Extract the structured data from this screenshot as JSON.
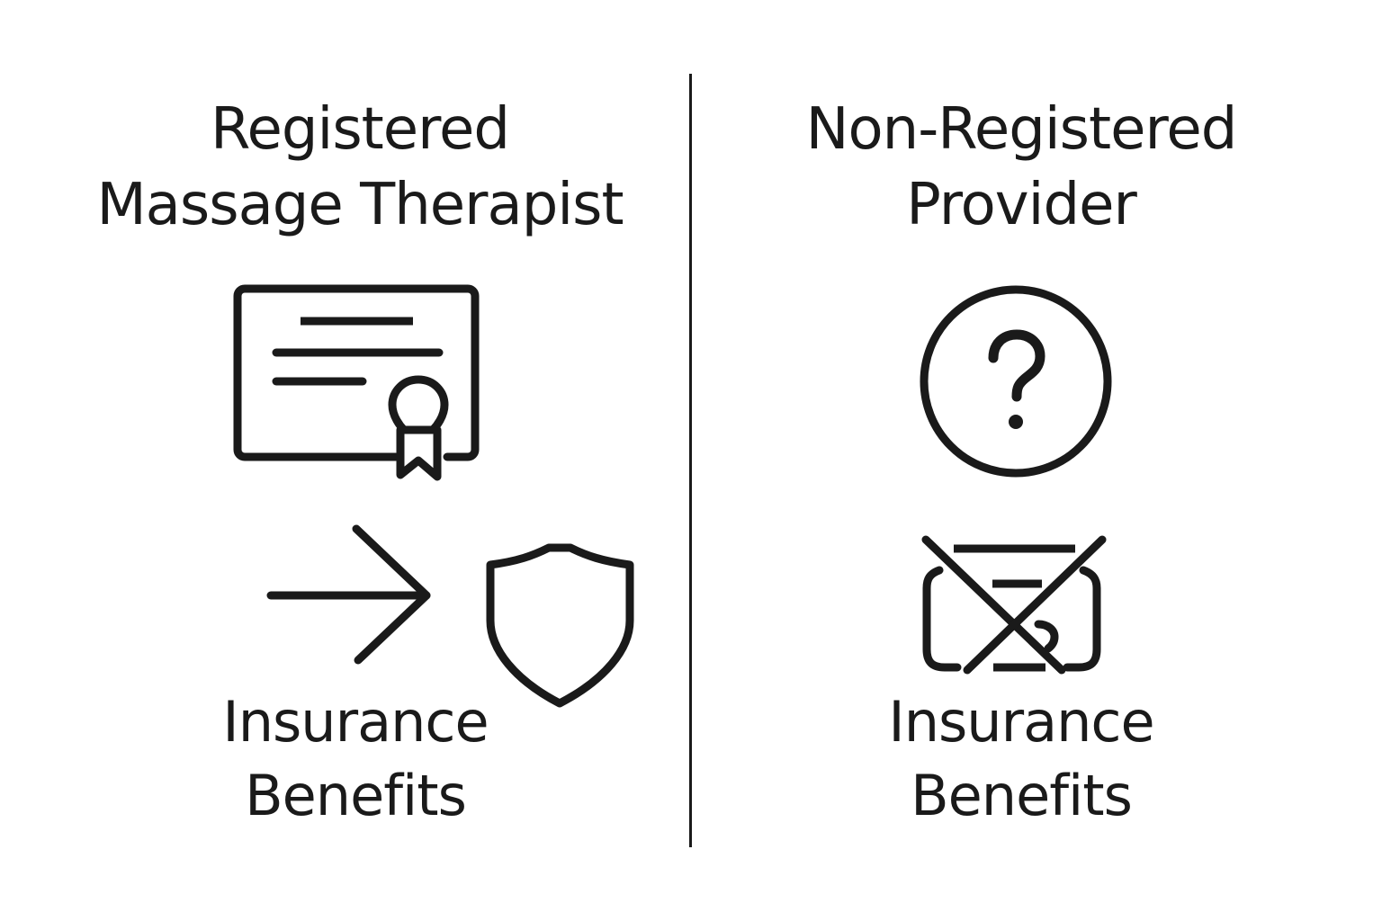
{
  "left": {
    "title_line1": "Registered",
    "title_line2": "Massage Therapist",
    "icon_top": "certificate-icon",
    "icon_arrow": "arrow-right-icon",
    "icon_shield": "shield-icon",
    "label_line1": "Insurance",
    "label_line2": "Benefits"
  },
  "right": {
    "title_line1": "Non-Registered",
    "title_line2": "Provider",
    "icon_top": "question-circle-icon",
    "icon_bottom": "crossed-out-card-icon",
    "label_line1": "Insurance",
    "label_line2": "Benefits"
  },
  "colors": {
    "ink": "#1a1a1a",
    "background": "#ffffff"
  }
}
